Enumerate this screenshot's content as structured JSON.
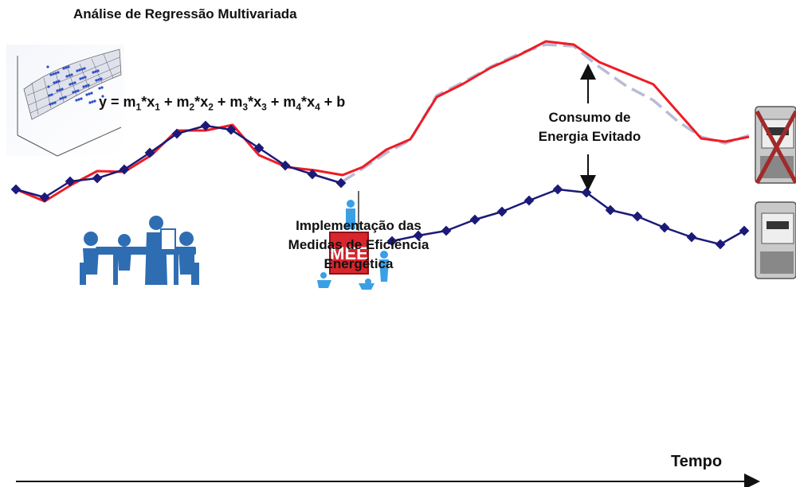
{
  "title": "Análise de Regressão Multivariada",
  "equation": {
    "lhs": "y = ",
    "terms": [
      {
        "coef": "m",
        "coef_sub": "1",
        "var": "x",
        "var_sub": "1"
      },
      {
        "coef": "m",
        "coef_sub": "2",
        "var": "x",
        "var_sub": "2"
      },
      {
        "coef": "m",
        "coef_sub": "3",
        "var": "x",
        "var_sub": "3"
      },
      {
        "coef": "m",
        "coef_sub": "4",
        "var": "x",
        "var_sub": "4"
      }
    ],
    "constant": "b"
  },
  "avoided_label": [
    "Consumo de",
    "Energia Evitado"
  ],
  "implementation_label": [
    "Implementação das",
    "Medidas de Eficiência",
    "Energética"
  ],
  "mee_text": "MEE",
  "time_axis_label": "Tempo",
  "colors": {
    "baseline_line": "#ee1c24",
    "measured_line": "#1b1a78",
    "projection_dash": "#b8bcd6",
    "people_icons": "#2f6db3"
  },
  "chart_data": {
    "type": "line",
    "x_label": "Tempo",
    "series": [
      {
        "role": "measured",
        "values": [
          [
            20,
            238
          ],
          [
            56,
            248
          ],
          [
            88,
            228
          ],
          [
            122,
            224
          ],
          [
            156,
            213
          ],
          [
            188,
            192
          ],
          [
            222,
            168
          ],
          [
            258,
            158
          ],
          [
            290,
            163
          ],
          [
            325,
            186
          ],
          [
            358,
            208
          ],
          [
            392,
            219
          ],
          [
            428,
            230
          ]
        ]
      },
      {
        "role": "measured",
        "values": [
          [
            492,
            303
          ],
          [
            525,
            296
          ],
          [
            560,
            290
          ],
          [
            596,
            276
          ],
          [
            630,
            266
          ],
          [
            664,
            252
          ],
          [
            700,
            238
          ],
          [
            736,
            242
          ],
          [
            766,
            264
          ],
          [
            800,
            272
          ],
          [
            834,
            286
          ],
          [
            868,
            298
          ],
          [
            904,
            307
          ],
          [
            934,
            290
          ]
        ]
      },
      {
        "role": "baseline",
        "values": [
          [
            20,
            238
          ],
          [
            56,
            253
          ],
          [
            90,
            232
          ],
          [
            122,
            215
          ],
          [
            156,
            216
          ],
          [
            190,
            195
          ],
          [
            222,
            164
          ],
          [
            258,
            164
          ],
          [
            292,
            157
          ],
          [
            325,
            195
          ],
          [
            360,
            210
          ],
          [
            395,
            214
          ],
          [
            430,
            220
          ],
          [
            455,
            210
          ],
          [
            485,
            188
          ],
          [
            515,
            175
          ],
          [
            548,
            122
          ],
          [
            580,
            106
          ],
          [
            616,
            85
          ],
          [
            650,
            70
          ],
          [
            685,
            52
          ],
          [
            720,
            56
          ],
          [
            752,
            78
          ],
          [
            786,
            92
          ],
          [
            820,
            106
          ],
          [
            850,
            140
          ],
          [
            880,
            174
          ],
          [
            910,
            178
          ],
          [
            940,
            172
          ]
        ]
      },
      {
        "role": "projection",
        "values": [
          [
            430,
            228
          ],
          [
            455,
            212
          ],
          [
            485,
            192
          ],
          [
            515,
            176
          ],
          [
            548,
            120
          ],
          [
            580,
            104
          ],
          [
            616,
            84
          ],
          [
            650,
            68
          ],
          [
            685,
            56
          ],
          [
            720,
            58
          ],
          [
            752,
            84
          ],
          [
            786,
            108
          ],
          [
            820,
            126
          ],
          [
            850,
            152
          ],
          [
            880,
            172
          ],
          [
            910,
            180
          ],
          [
            940,
            170
          ]
        ]
      }
    ]
  }
}
